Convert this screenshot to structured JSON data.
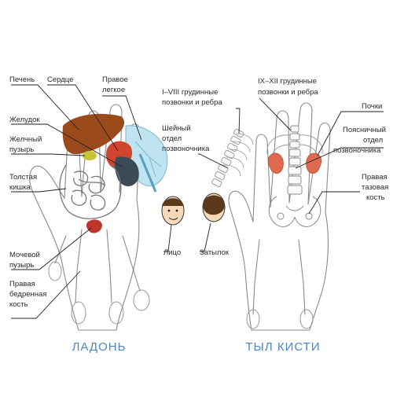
{
  "labels": {
    "liver": "Печень",
    "heart": "Сердце",
    "right_lung": [
      "Правое",
      "легкое"
    ],
    "stomach": "Желудок",
    "gallbladder": [
      "Желчный",
      "пузырь"
    ],
    "colon": [
      "Толстая",
      "кишка"
    ],
    "bladder": [
      "Мочевой",
      "пузырь"
    ],
    "femur": [
      "Правая",
      "бедренная",
      "кость"
    ],
    "face": "Лицо",
    "cervical": [
      "Шейный",
      "отдел",
      "позвоночника"
    ],
    "thoracic_upper": [
      "I–VIII грудинные",
      "позвонки и ребра"
    ],
    "nape": "Затылок",
    "thoracic_lower": [
      "IX–XII грудинные",
      "позвонки и ребра"
    ],
    "kidneys": "Почки",
    "lumbar": [
      "Поясничный",
      "отдел",
      "позвоночника"
    ],
    "pelvis": [
      "Правая",
      "тазовая",
      "кость"
    ]
  },
  "captions": {
    "palm": "ЛАДОНЬ",
    "back": "ТЫЛ КИСТИ"
  },
  "colors": {
    "accent": "#4a86c2",
    "liver": "#9b4a1c",
    "lung": "#bfe3ef",
    "kidney": "#e06a50"
  }
}
